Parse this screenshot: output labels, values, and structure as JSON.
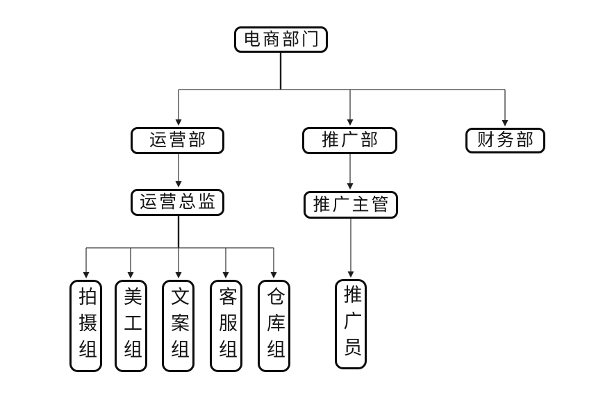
{
  "diagram": {
    "type": "org-chart",
    "nodes": {
      "root": {
        "label": "电商部门"
      },
      "operations_dept": {
        "label": "运营部"
      },
      "promotion_dept": {
        "label": "推广部"
      },
      "finance_dept": {
        "label": "财务部"
      },
      "operations_director": {
        "label": "运营总监"
      },
      "promotion_supervisor": {
        "label": "推广主管"
      },
      "photography_group": {
        "label": "拍摄组"
      },
      "art_group": {
        "label": "美工组"
      },
      "copywriting_group": {
        "label": "文案组"
      },
      "customer_service_group": {
        "label": "客服组"
      },
      "warehouse_group": {
        "label": "仓库组"
      },
      "promoter": {
        "label": "推广员"
      }
    },
    "edges": [
      {
        "from": "电商部门",
        "to": "运营部"
      },
      {
        "from": "电商部门",
        "to": "推广部"
      },
      {
        "from": "电商部门",
        "to": "财务部"
      },
      {
        "from": "运营部",
        "to": "运营总监"
      },
      {
        "from": "运营总监",
        "to": "拍摄组"
      },
      {
        "from": "运营总监",
        "to": "美工组"
      },
      {
        "from": "运营总监",
        "to": "文案组"
      },
      {
        "from": "运营总监",
        "to": "客服组"
      },
      {
        "from": "运营总监",
        "to": "仓库组"
      },
      {
        "from": "推广部",
        "to": "推广主管"
      },
      {
        "from": "推广主管",
        "to": "推广员"
      }
    ],
    "colors": {
      "background": "#ffffff",
      "node_border": "#0b0b0b",
      "connector": "#3c3c3c",
      "text": "#141414"
    }
  }
}
